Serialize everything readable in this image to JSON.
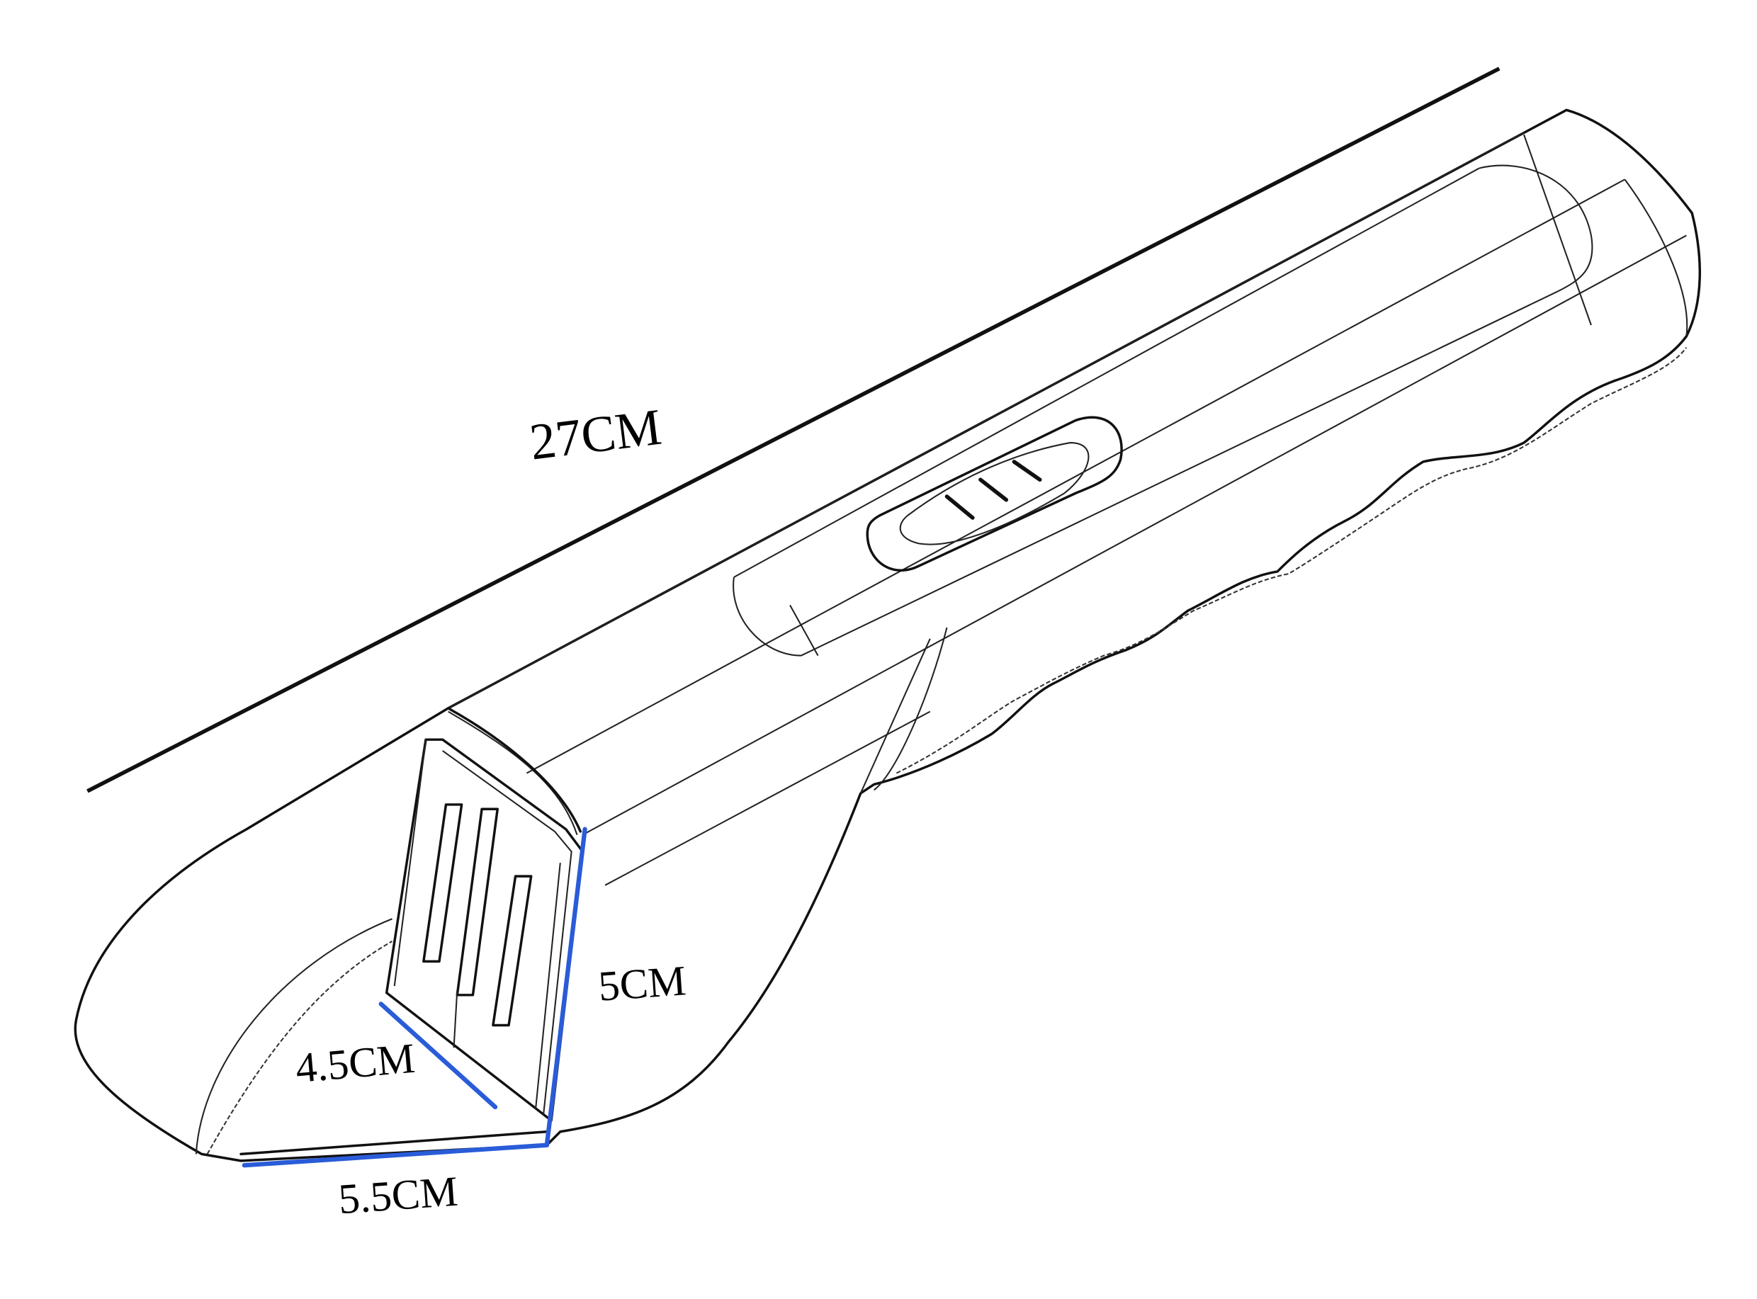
{
  "figure": {
    "subject": "handheld scraper tool line drawing with dimensions",
    "colors": {
      "line": "#111111",
      "dimension_blue": "#2a5cd8",
      "background": "#ffffff"
    }
  },
  "dimensions": {
    "overall_length": {
      "label": "27CM"
    },
    "blade_height": {
      "label": "5CM"
    },
    "blade_width": {
      "label": "4.5CM"
    },
    "base_width": {
      "label": "5.5CM"
    }
  },
  "button": {
    "marks": 3
  }
}
